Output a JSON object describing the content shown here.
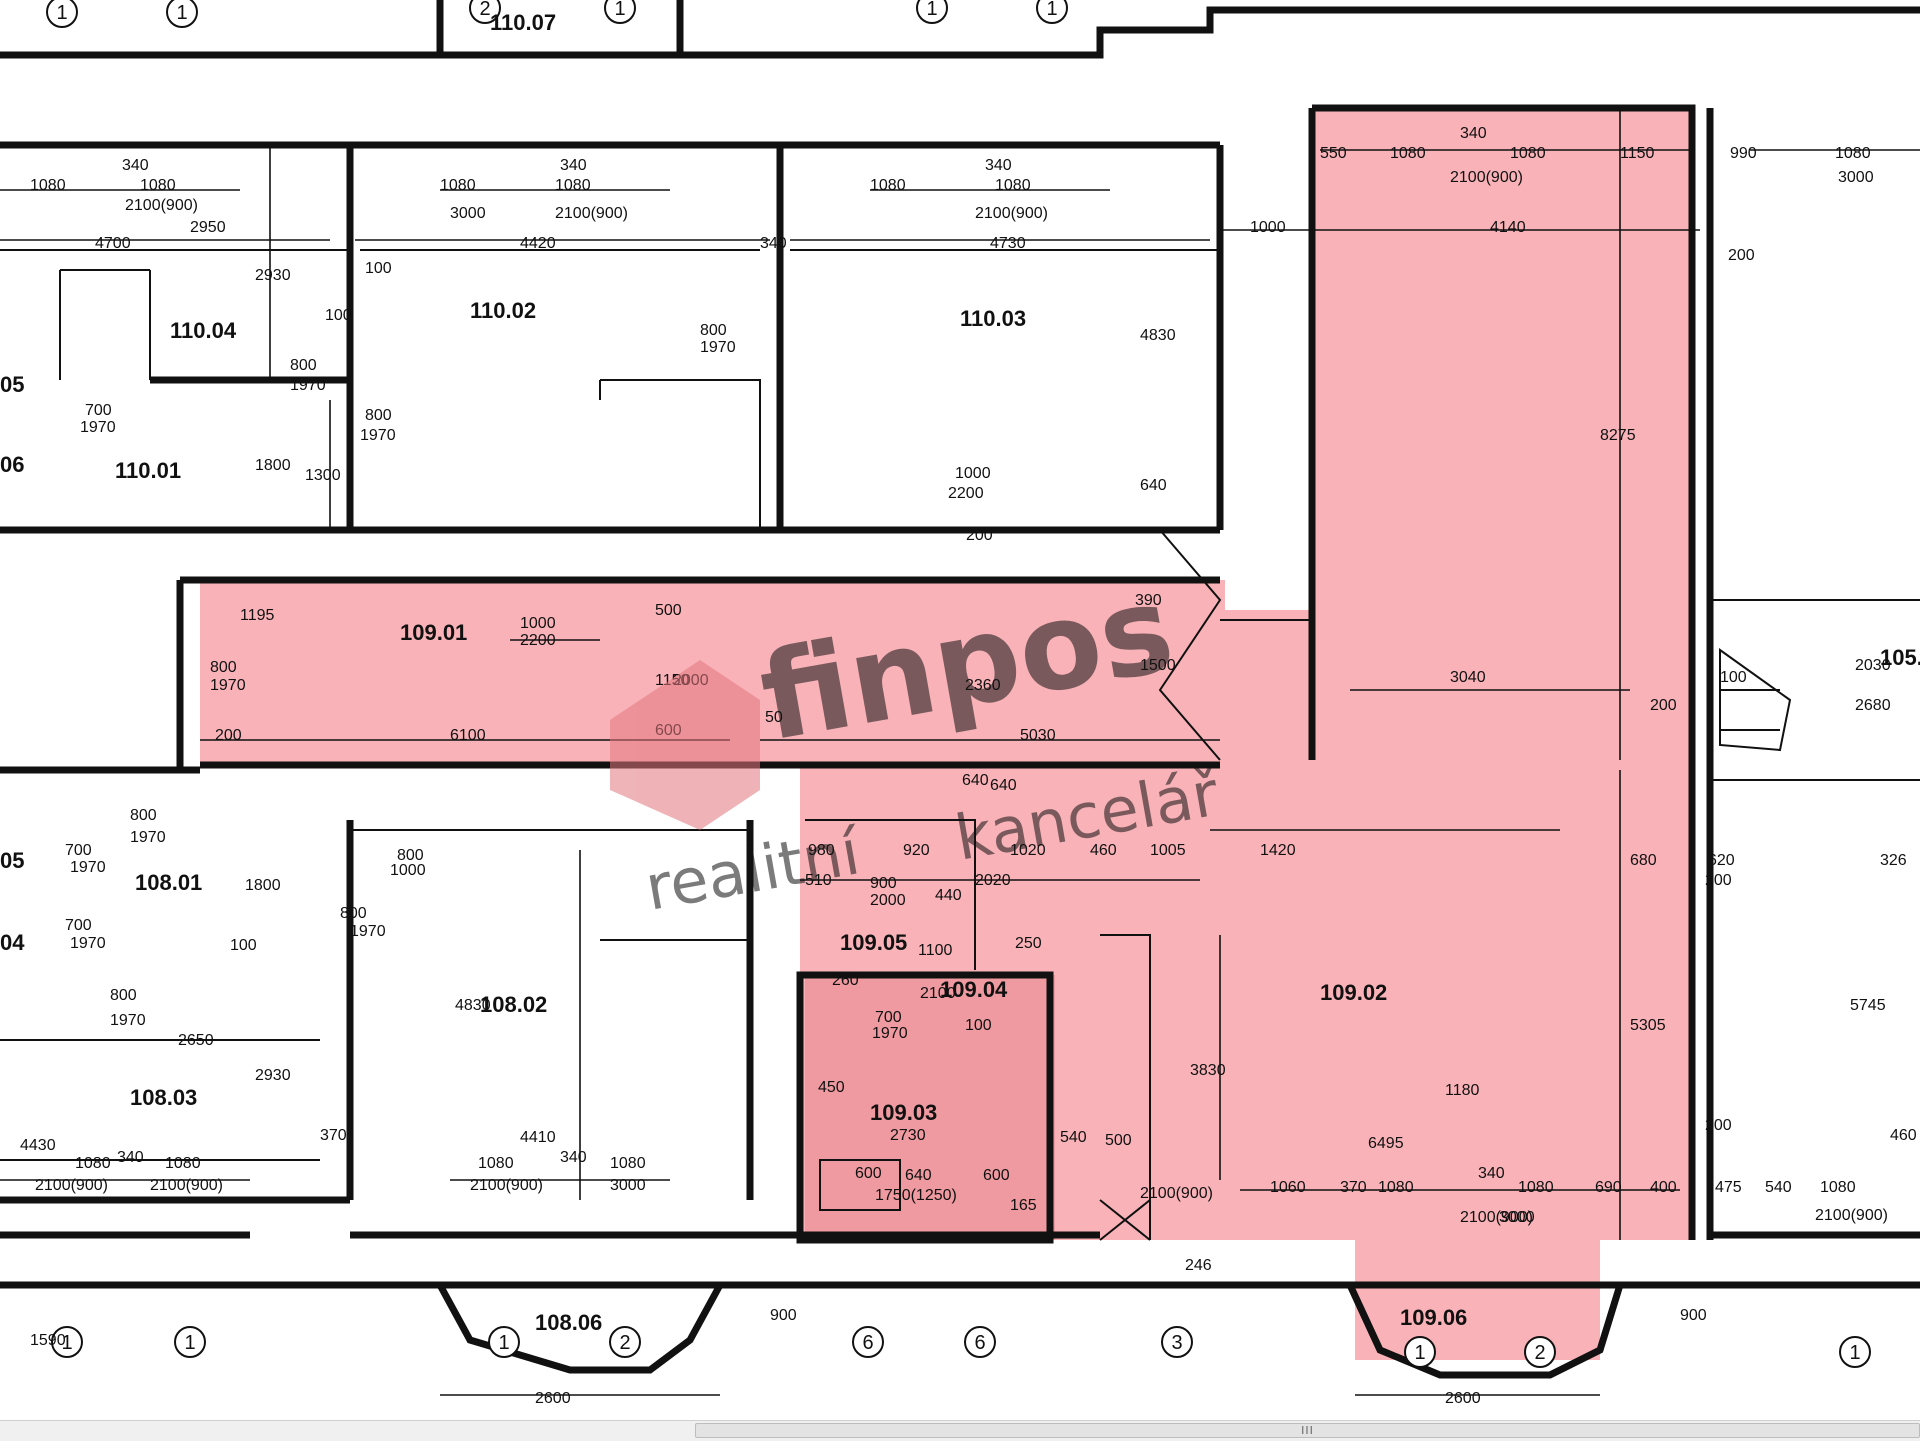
{
  "watermark": {
    "brand": "finpos",
    "sub1": "realitní",
    "sub2": "kancelář",
    "color": "#e2767d"
  },
  "highlight_color": "#f9b3b8",
  "rooms": [
    {
      "id": "r1",
      "label": "110.07"
    },
    {
      "id": "r2",
      "label": "110.02"
    },
    {
      "id": "r3",
      "label": "110.03"
    },
    {
      "id": "r4",
      "label": "110.04"
    },
    {
      "id": "r5",
      "label": "110.01"
    },
    {
      "id": "r6",
      "label": "109.01"
    },
    {
      "id": "r7",
      "label": "108.01"
    },
    {
      "id": "r8",
      "label": "108.02"
    },
    {
      "id": "r9",
      "label": "108.03"
    },
    {
      "id": "r10",
      "label": "109.05"
    },
    {
      "id": "r11",
      "label": "109.04"
    },
    {
      "id": "r12",
      "label": "109.03"
    },
    {
      "id": "r13",
      "label": "109.02"
    },
    {
      "id": "r14",
      "label": "109.06"
    },
    {
      "id": "r15",
      "label": "108.06"
    },
    {
      "id": "r16",
      "label": "105."
    },
    {
      "id": "r17",
      "label": "05"
    },
    {
      "id": "r18",
      "label": "06"
    },
    {
      "id": "r19",
      "label": "05"
    },
    {
      "id": "r20",
      "label": "04"
    }
  ],
  "dimensions": [
    "1080",
    "340",
    "1080",
    "2100(900)",
    "2950",
    "4700",
    "1080",
    "340",
    "1080",
    "3000",
    "2100(900)",
    "4420",
    "1080",
    "340",
    "1080",
    "2100(900)",
    "4730",
    "340",
    "550",
    "1080",
    "340",
    "1080",
    "1150",
    "2100(900)",
    "4140",
    "1000",
    "990",
    "1080",
    "3000",
    "200",
    "2930",
    "100",
    "800",
    "1970",
    "100",
    "700",
    "1970",
    "1800",
    "1300",
    "800",
    "1970",
    "800",
    "1970",
    "4830",
    "1000",
    "2200",
    "200",
    "640",
    "8275",
    "1195",
    "800",
    "1970",
    "1000",
    "2200",
    "500",
    "1150",
    "2000",
    "600",
    "200",
    "6100",
    "50",
    "2360",
    "390",
    "1500",
    "5030",
    "3040",
    "200",
    "2030",
    "2680",
    "100",
    "800",
    "1970",
    "700",
    "1970",
    "1800",
    "800",
    "1970",
    "100",
    "700",
    "1970",
    "800",
    "1970",
    "2650",
    "2930",
    "4430",
    "1080",
    "340",
    "1080",
    "2100(900)",
    "2100(900)",
    "800",
    "1000",
    "4830",
    "370",
    "4410",
    "1080",
    "340",
    "1080",
    "2100(900)",
    "3000",
    "980",
    "920",
    "1020",
    "460",
    "1005",
    "1420",
    "510",
    "900",
    "2000",
    "2020",
    "640",
    "440",
    "1100",
    "250",
    "260",
    "700",
    "1970",
    "2100",
    "100",
    "450",
    "2730",
    "600",
    "640",
    "600",
    "1750(1250)",
    "165",
    "540",
    "500",
    "3830",
    "1180",
    "2100(900)",
    "6495",
    "5305",
    "1060",
    "370",
    "1080",
    "340",
    "1080",
    "2100(900)",
    "3000",
    "690",
    "400",
    "680",
    "620",
    "200",
    "326",
    "5745",
    "200",
    "460",
    "475",
    "540",
    "1080",
    "2100(900)",
    "1590",
    "900",
    "2600",
    "2600",
    "900",
    "246",
    "640"
  ],
  "axis_markers": [
    "1",
    "1",
    "2",
    "1",
    "1",
    "1",
    "1",
    "1",
    "2",
    "6",
    "6",
    "3",
    "1",
    "2",
    "1",
    "1"
  ],
  "scrollbar": {
    "grip": "III"
  }
}
